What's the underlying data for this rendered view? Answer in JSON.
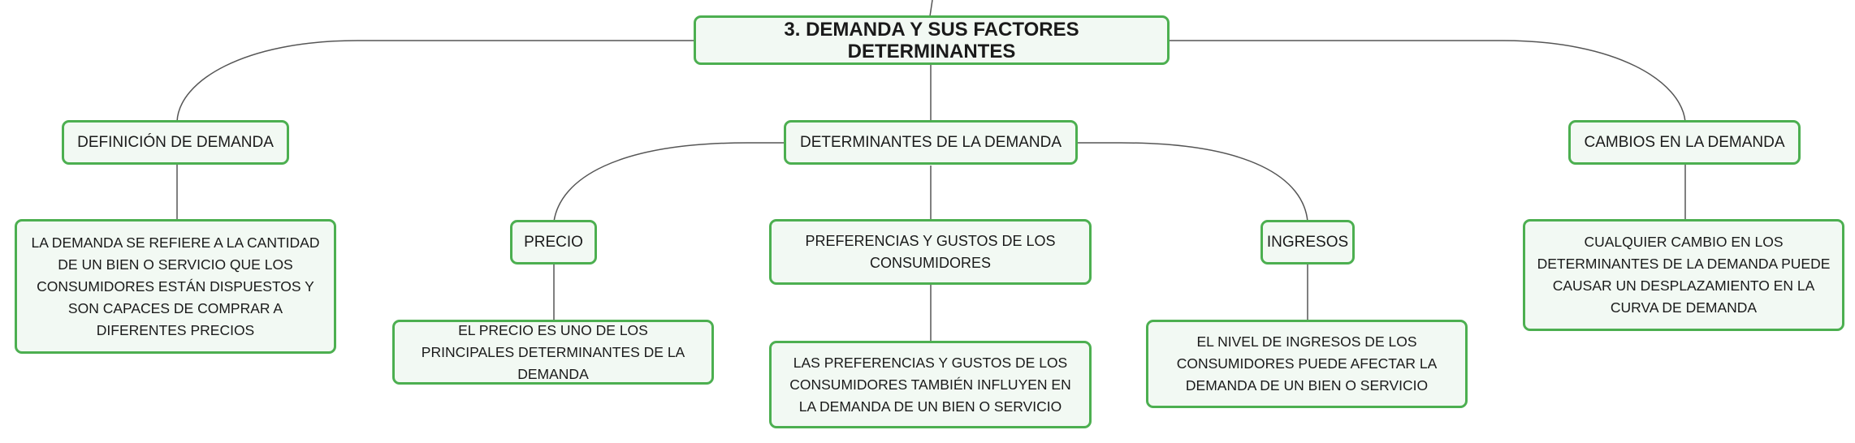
{
  "colors": {
    "node_border": "#4caf50",
    "node_fill": "#f2f9f3",
    "line": "#555555"
  },
  "root": {
    "label": "3. DEMANDA Y SUS FACTORES DETERMINANTES"
  },
  "branches": {
    "definicion": {
      "label": "DEFINICIÓN DE DEMANDA",
      "detail": "LA DEMANDA SE REFIERE A LA CANTIDAD DE UN BIEN O SERVICIO QUE LOS CONSUMIDORES ESTÁN DISPUESTOS Y SON CAPACES DE COMPRAR A DIFERENTES PRECIOS"
    },
    "determinantes": {
      "label": "DETERMINANTES DE LA DEMANDA",
      "children": {
        "precio": {
          "label": "PRECIO",
          "detail": "EL PRECIO ES UNO DE LOS PRINCIPALES DETERMINANTES DE LA DEMANDA"
        },
        "preferencias": {
          "label": "PREFERENCIAS Y GUSTOS DE LOS CONSUMIDORES",
          "detail": "LAS PREFERENCIAS Y GUSTOS DE LOS CONSUMIDORES TAMBIÉN INFLUYEN EN LA DEMANDA DE UN BIEN O SERVICIO"
        },
        "ingresos": {
          "label": "INGRESOS",
          "detail": "EL NIVEL DE INGRESOS DE LOS CONSUMIDORES PUEDE AFECTAR LA DEMANDA DE UN BIEN O SERVICIO"
        }
      }
    },
    "cambios": {
      "label": "CAMBIOS EN LA DEMANDA",
      "detail": "CUALQUIER CAMBIO EN LOS DETERMINANTES DE LA DEMANDA PUEDE CAUSAR UN DESPLAZAMIENTO EN LA CURVA DE DEMANDA"
    }
  }
}
